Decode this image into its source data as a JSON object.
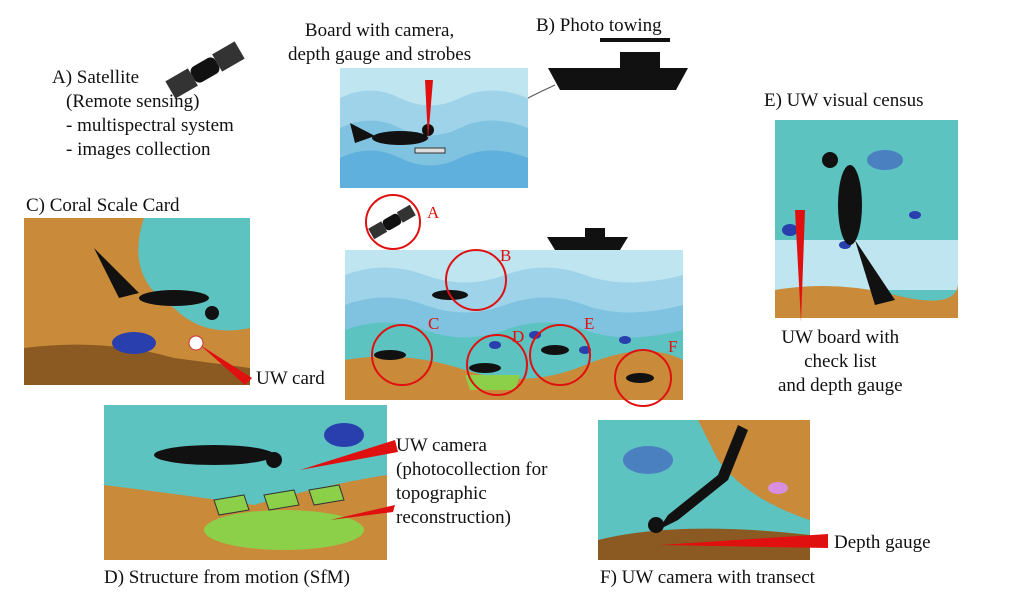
{
  "labels": {
    "satellite": [
      "A) Satellite",
      "(Remote sensing)",
      "- multispectral system",
      "- images collection"
    ],
    "board": [
      "Board with camera,",
      "depth gauge and strobes"
    ],
    "photo_towing": "B) Photo towing",
    "visual_census": "E) UW visual census",
    "coral_scale": "C) Coral Scale Card",
    "uw_card": "UW card",
    "uw_board": [
      "UW board with",
      "check list",
      "and depth gauge"
    ],
    "uw_camera": [
      "UW camera",
      "(photocollection for",
      "topographic",
      "reconstruction)"
    ],
    "sfm": "D) Structure from motion (SfM)",
    "depth_gauge": "Depth gauge",
    "transect": "F) UW camera with transect"
  },
  "center_markers": [
    "A",
    "B",
    "C",
    "D",
    "E",
    "F"
  ],
  "colors": {
    "water_light": "#bfe6f0",
    "water_mid": "#7fc3e0",
    "water_deep": "#4aa3d6",
    "sand": "#c98a3a",
    "marker": "#e01010",
    "teal": "#5cc3c0"
  }
}
